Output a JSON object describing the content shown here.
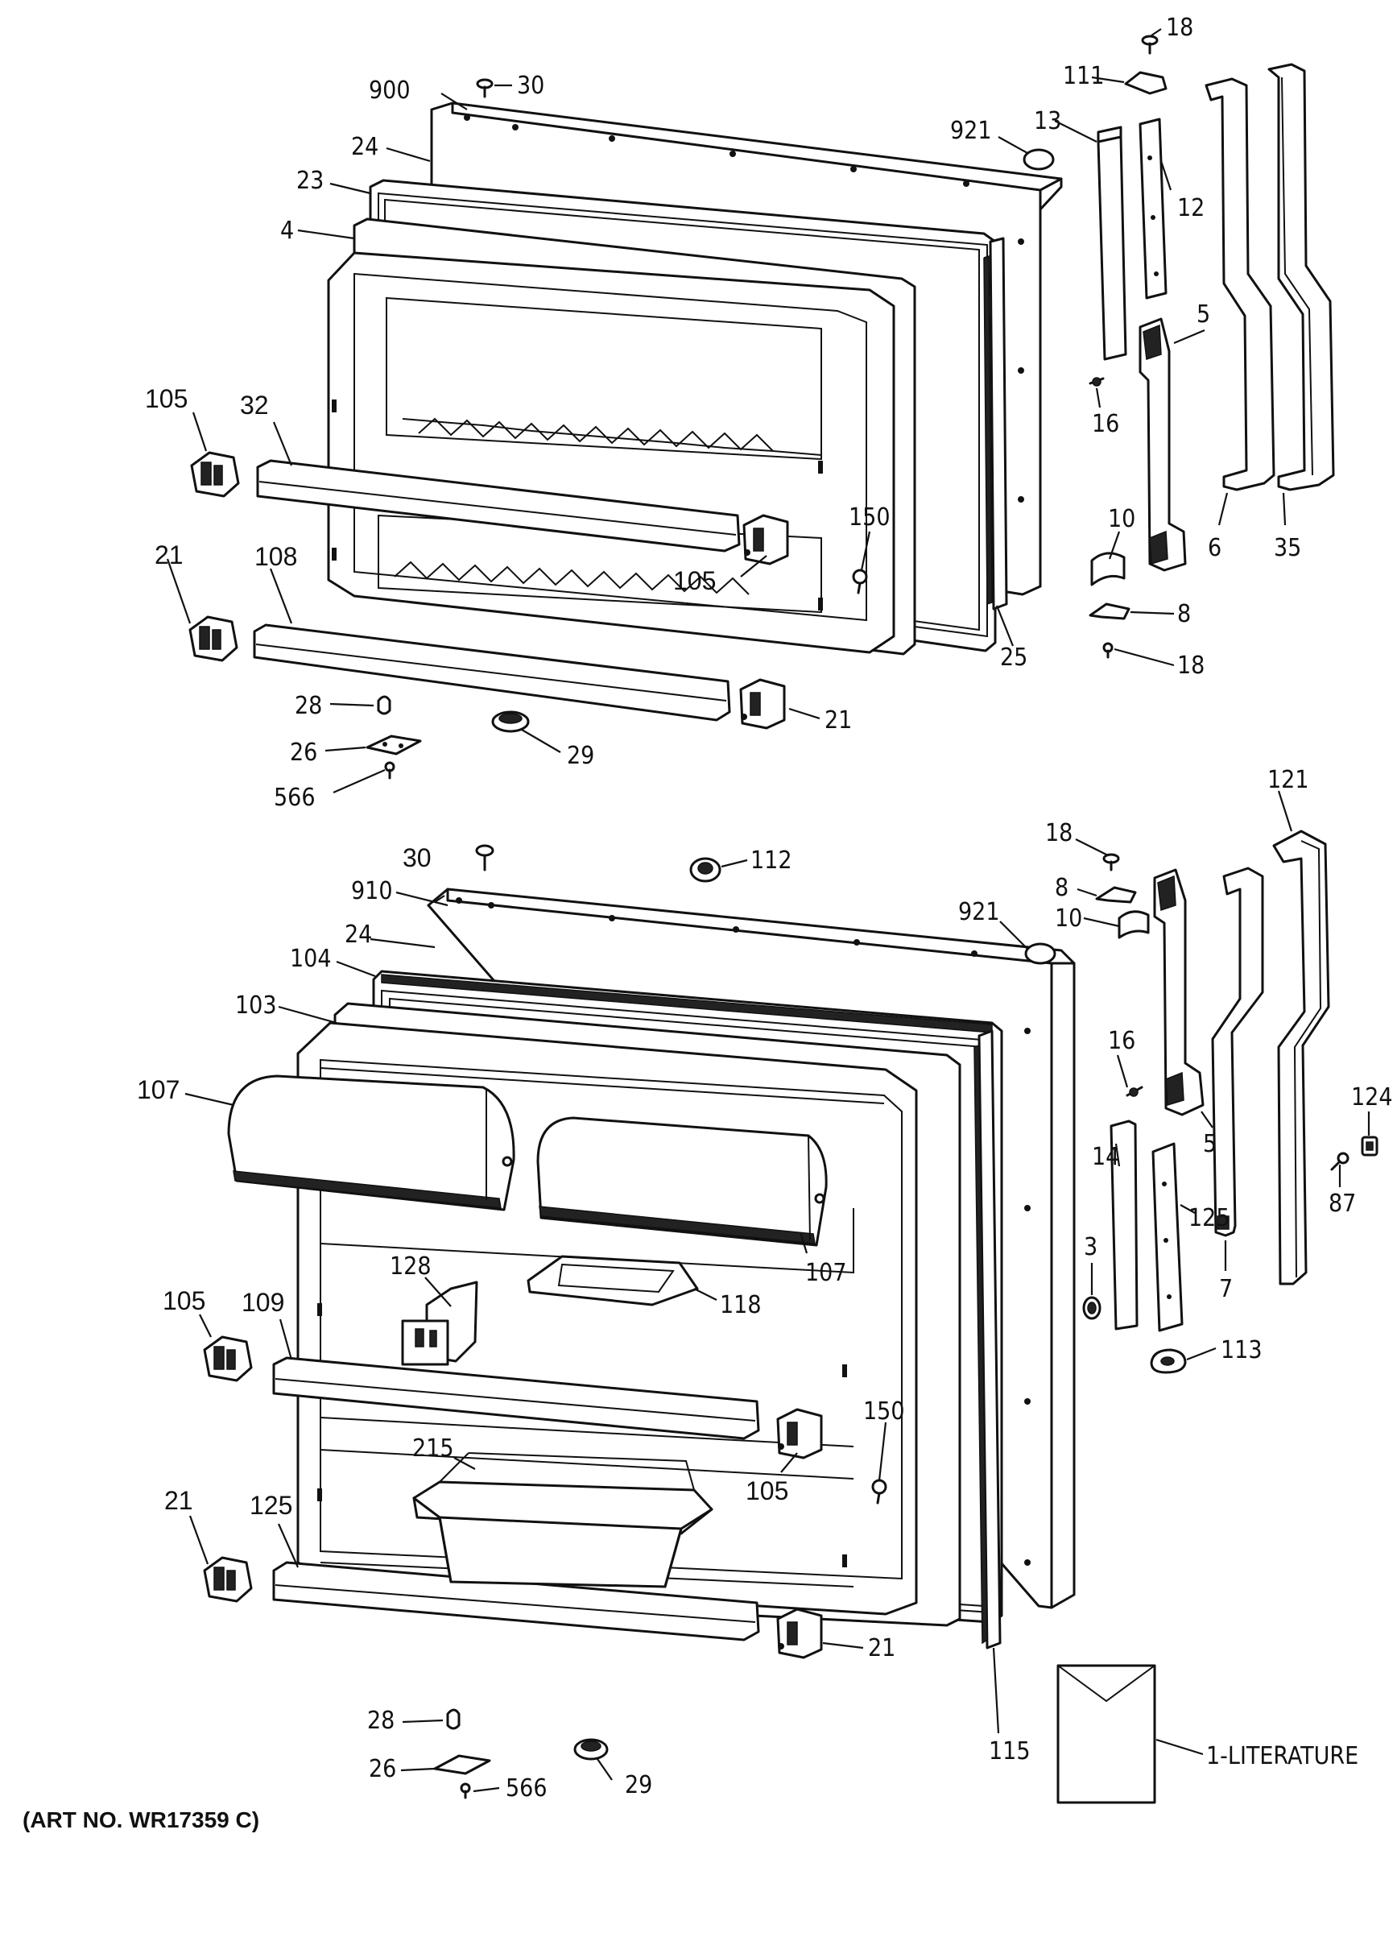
{
  "art_number": "(ART NO. WR17359 C)",
  "callouts": {
    "freezer": {
      "c18": "18",
      "c111": "111",
      "c30": "30",
      "c900": "900",
      "c921": "921",
      "c13": "13",
      "c12": "12",
      "c24": "24",
      "c23": "23",
      "c4": "4",
      "c5": "5",
      "c105a": "105",
      "c32": "32",
      "c16": "16",
      "c6": "6",
      "c35": "35",
      "c150": "150",
      "c105b": "105",
      "c10": "10",
      "c21a": "21",
      "c108": "108",
      "c8": "8",
      "c25": "25",
      "c18b": "18",
      "c28": "28",
      "c21b": "21",
      "c26": "26",
      "c29": "29",
      "c566": "566"
    },
    "fresh_food": {
      "c121": "121",
      "c18": "18",
      "c30": "30",
      "c112": "112",
      "c910": "910",
      "c8": "8",
      "c921": "921",
      "c10": "10",
      "c24": "24",
      "c104": "104",
      "c103": "103",
      "c16": "16",
      "c107a": "107",
      "c124": "124",
      "c5": "5",
      "c14": "14",
      "c125a": "125",
      "c87": "87",
      "c3": "3",
      "c7": "7",
      "c107b": "107",
      "c105a": "105",
      "c109": "109",
      "c128": "128",
      "c118": "118",
      "c113": "113",
      "c150": "150",
      "c215": "215",
      "c105b": "105",
      "c21a": "21",
      "c125b": "125",
      "c21b": "21",
      "c115": "115",
      "c28": "28",
      "c26": "26",
      "c29": "29",
      "c566": "566",
      "literature": "1-LITERATURE"
    }
  }
}
